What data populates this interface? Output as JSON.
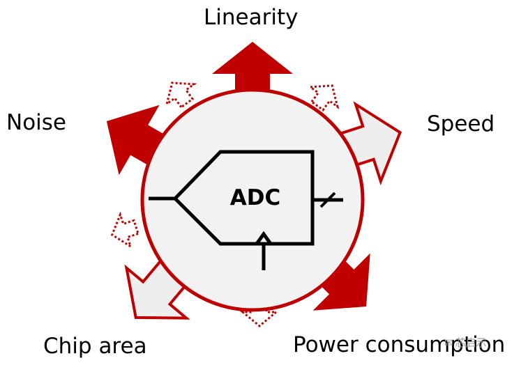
{
  "colors": {
    "accent": "#c00000",
    "light_fill": "#eeeeee",
    "circle_fill": "#f2f2f2"
  },
  "center_block": {
    "label": "ADC"
  },
  "tradeoffs": [
    {
      "key": "linearity",
      "label": "Linearity",
      "arrow_style": "solid-red"
    },
    {
      "key": "speed",
      "label": "Speed",
      "arrow_style": "outlined-light"
    },
    {
      "key": "power",
      "label": "Power consumption",
      "arrow_style": "solid-red"
    },
    {
      "key": "chip_area",
      "label": "Chip area",
      "arrow_style": "outlined-light"
    },
    {
      "key": "noise",
      "label": "Noise",
      "arrow_style": "solid-red"
    }
  ],
  "watermark": {
    "text": "芯启示",
    "icon": "wechat-icon"
  }
}
